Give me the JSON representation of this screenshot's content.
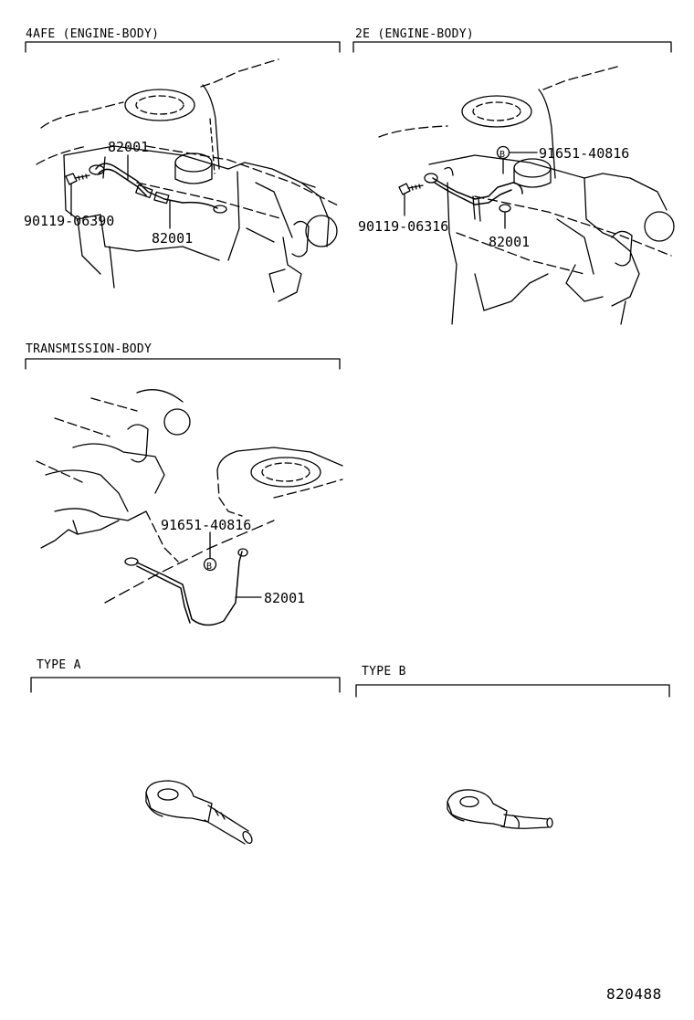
{
  "sections": {
    "engine_4afe": {
      "title": "4AFE (ENGINE-BODY)"
    },
    "engine_2e": {
      "title": "2E (ENGINE-BODY)"
    },
    "transmission": {
      "title": "TRANSMISSION-BODY"
    },
    "type_a": {
      "title": "TYPE  A"
    },
    "type_b": {
      "title": "TYPE  B"
    }
  },
  "callouts": {
    "p4afe_strap_top": "82001",
    "p4afe_bolt": "90119-06390",
    "p4afe_strap_bottom": "82001",
    "p2e_nut": "91651-40816",
    "p2e_bolt": "90119-06316",
    "p2e_strap": "82001",
    "trans_nut": "91651-40816",
    "trans_strap": "82001"
  },
  "markers": {
    "nut_symbol": "B"
  },
  "diagram_id": "820488"
}
